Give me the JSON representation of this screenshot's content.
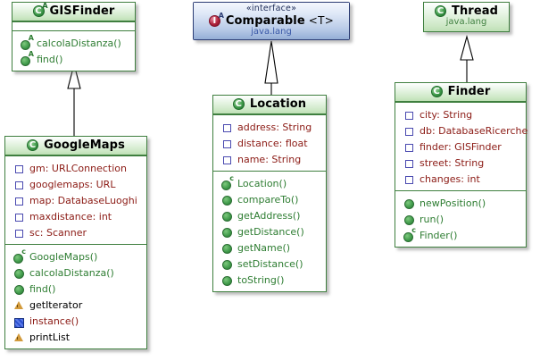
{
  "diagram": {
    "kind": "uml-class-diagram",
    "classes": [
      {
        "id": "gisfinder",
        "name": "GISFinder",
        "stereotype": "",
        "package": "",
        "icon": "abstract-class-icon",
        "fields": [],
        "methods": [
          {
            "label": "calcolaDistanza()",
            "icon": "abstract-method-icon",
            "style": "method"
          },
          {
            "label": "find()",
            "icon": "abstract-method-icon",
            "style": "method"
          }
        ]
      },
      {
        "id": "googlemaps",
        "name": "GoogleMaps",
        "stereotype": "",
        "package": "",
        "icon": "class-icon",
        "fields": [
          {
            "label": "gm: URLConnection",
            "icon": "private-field-icon",
            "style": "field"
          },
          {
            "label": "googlemaps: URL",
            "icon": "private-field-icon",
            "style": "field"
          },
          {
            "label": "map: DatabaseLuoghi",
            "icon": "private-field-icon",
            "style": "field"
          },
          {
            "label": "maxdistance: int",
            "icon": "private-field-icon",
            "style": "field"
          },
          {
            "label": "sc: Scanner",
            "icon": "private-field-icon",
            "style": "field"
          }
        ],
        "methods": [
          {
            "label": "GoogleMaps()",
            "icon": "constructor-icon",
            "style": "method"
          },
          {
            "label": "calcolaDistanza()",
            "icon": "public-method-icon",
            "style": "method"
          },
          {
            "label": "find()",
            "icon": "public-method-icon",
            "style": "method"
          },
          {
            "label": "getIterator",
            "icon": "warning-triangle-icon",
            "style": "mark"
          },
          {
            "label": "instance()",
            "icon": "blue-square-icon",
            "style": "red"
          },
          {
            "label": "printList",
            "icon": "warning-triangle-icon",
            "style": "mark"
          }
        ]
      },
      {
        "id": "comparable",
        "name": "Comparable",
        "generic": "<T>",
        "stereotype": "«interface»",
        "package": "java.lang",
        "icon": "abstract-interface-icon",
        "fields": [],
        "methods": []
      },
      {
        "id": "location",
        "name": "Location",
        "stereotype": "",
        "package": "",
        "icon": "class-icon",
        "fields": [
          {
            "label": "address: String",
            "icon": "private-field-icon",
            "style": "field"
          },
          {
            "label": "distance: float",
            "icon": "private-field-icon",
            "style": "field"
          },
          {
            "label": "name: String",
            "icon": "private-field-icon",
            "style": "field"
          }
        ],
        "methods": [
          {
            "label": "Location()",
            "icon": "constructor-icon",
            "style": "method"
          },
          {
            "label": "compareTo()",
            "icon": "public-method-icon",
            "style": "method"
          },
          {
            "label": "getAddress()",
            "icon": "public-method-icon",
            "style": "method"
          },
          {
            "label": "getDistance()",
            "icon": "public-method-icon",
            "style": "method"
          },
          {
            "label": "getName()",
            "icon": "public-method-icon",
            "style": "method"
          },
          {
            "label": "setDistance()",
            "icon": "public-method-icon",
            "style": "method"
          },
          {
            "label": "toString()",
            "icon": "public-method-icon",
            "style": "method"
          }
        ]
      },
      {
        "id": "thread",
        "name": "Thread",
        "stereotype": "",
        "package": "java.lang",
        "icon": "class-icon",
        "fields": [],
        "methods": []
      },
      {
        "id": "finder",
        "name": "Finder",
        "stereotype": "",
        "package": "",
        "icon": "class-icon",
        "fields": [
          {
            "label": "city: String",
            "icon": "private-field-icon",
            "style": "field"
          },
          {
            "label": "db: DatabaseRicerche",
            "icon": "private-field-icon",
            "style": "field"
          },
          {
            "label": "finder: GISFinder",
            "icon": "private-field-icon",
            "style": "field"
          },
          {
            "label": "street: String",
            "icon": "private-field-icon",
            "style": "field"
          },
          {
            "label": "changes: int",
            "icon": "private-field-icon",
            "style": "field"
          }
        ],
        "methods": [
          {
            "label": "newPosition()",
            "icon": "public-method-icon",
            "style": "method"
          },
          {
            "label": "run()",
            "icon": "public-method-icon",
            "style": "method"
          },
          {
            "label": "Finder()",
            "icon": "constructor-icon",
            "style": "method"
          }
        ]
      }
    ],
    "relations": [
      {
        "from": "googlemaps",
        "to": "gisfinder",
        "type": "generalization"
      },
      {
        "from": "location",
        "to": "comparable",
        "type": "realization"
      },
      {
        "from": "finder",
        "to": "thread",
        "type": "generalization"
      }
    ],
    "colors": {
      "class_border": "#3f7f3f",
      "class_header_fill": "#cfe9c8",
      "interface_border": "#2b3c74",
      "interface_header_fill": "#b9cbe8",
      "field_text": "#8b1a14",
      "method_text": "#2e7d32",
      "package_text": "#3f7f3f",
      "background": "#ffffff"
    }
  }
}
